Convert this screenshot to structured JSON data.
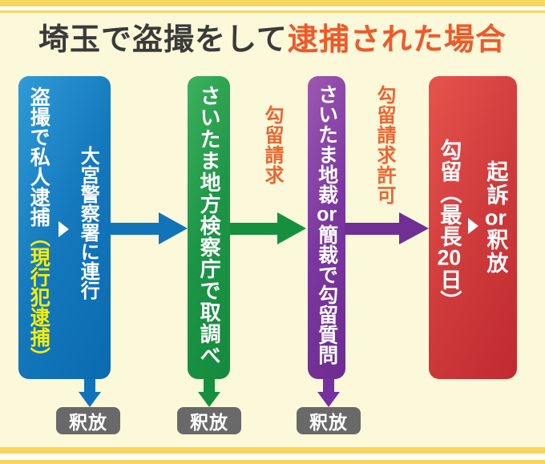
{
  "title": {
    "prefix": "埼玉で盗撮をして",
    "highlight": "逮捕された場合"
  },
  "stages": {
    "arrest": {
      "start": "盗撮で私人逮捕",
      "note": "（現行犯逮捕）",
      "action": "大宮警察署に連行"
    },
    "prosecutor": {
      "text": "さいたま地方検察庁で取調べ"
    },
    "court": {
      "pre": "さいたま地裁",
      "or": "or",
      "post": "簡裁で勾留質問"
    },
    "detention": {
      "left_pre": "勾留（最長",
      "left_num": "20",
      "left_post": "日）",
      "right_pre": "起訴",
      "right_or": "or",
      "right_post": "釈放"
    }
  },
  "labels": {
    "request": "勾留請求",
    "approval": "勾留請求許可"
  },
  "release_label": "釈放",
  "colors": {
    "background": "#fcf8da",
    "frame_yellow": "#f8d65c",
    "title_dark": "#3a3a3a",
    "title_orange": "#ed5a2b",
    "label_orange": "#eb6532",
    "note_yellow": "#f6ee0a",
    "bar_blue": "#1478bc",
    "bar_green": "#1d9446",
    "bar_purple": "#7b37a0",
    "bar_red": "#d03b3c",
    "release_gray": "#696969"
  }
}
